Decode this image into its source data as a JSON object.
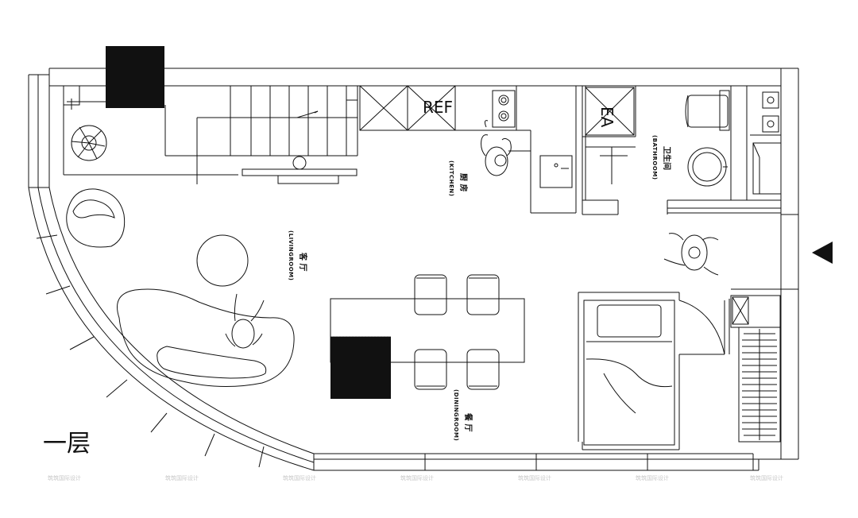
{
  "floor_label": "一层",
  "rooms": {
    "kitchen": {
      "cn": "厨 房",
      "en": "(KITCHEN)"
    },
    "bathroom": {
      "cn": "卫生间",
      "en": "(BATHROOM)"
    },
    "living": {
      "cn": "客 厅",
      "en": "(LIVINGROOM)"
    },
    "dining": {
      "cn": "餐 厅",
      "en": "(DININGROOM)"
    }
  },
  "fixtures": {
    "fridge": "REF",
    "ea": "EA"
  },
  "watermark": "筑筑国际设计",
  "colors": {
    "line": "#111111",
    "fill_dark": "#111111",
    "background": "#ffffff"
  }
}
